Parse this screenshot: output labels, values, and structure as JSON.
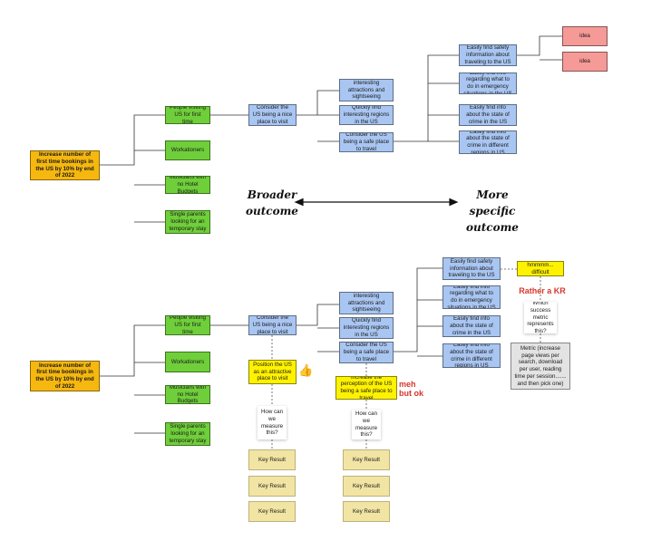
{
  "top": {
    "goal": "Increase number of first time bookings in the US by 10% by end of 2022",
    "segments": [
      "People visiting US for first time",
      "Workationers",
      "Musicians  with no Hotel Budgets",
      "Single parents looking for an temporary stay"
    ],
    "outcome": "Consider the US being a nice place to visit",
    "sub_outcomes": [
      "Easily find interesting attractions and sightseeing options",
      "Quickly find interesting regions in the US",
      "Consider the US being a safe place to travel"
    ],
    "details": [
      "Easily find safety information about traveling to the US",
      "Easily find info regarding what to do in emergency situations in the US",
      "Easily find info about the state of crime in the US",
      "Easily find info about the state of crime in different regions in US"
    ],
    "ideas": [
      "idea",
      "idea"
    ]
  },
  "scale": {
    "left_label": "Broader outcome",
    "right_label": "More specific outcome"
  },
  "bottom": {
    "goal": "Increase number of first time bookings in the US by 10% by end of 2022",
    "segments": [
      "People visiting US for first time",
      "Workationers",
      "Musicians  with no Hotel Budgets",
      "Single parents looking for an temporary stay"
    ],
    "outcome": "Consider the US being a nice place to visit",
    "sub_outcomes": [
      "Easily find interesting attractions and sightseeing options",
      "Quickly find interesting regions in the US",
      "Consider the US being a safe place to travel"
    ],
    "details": [
      "Easily find safety information about traveling to the US",
      "Easily find info regarding what to do in emergency situations in the US",
      "Easily find info about the state of crime in the US",
      "Easily find info about the state of crime in different regions in US"
    ],
    "objective_1": "Position the US as an attractive place to visit",
    "objective_2": "Increase the perception of the US being a safe place to travel",
    "objective_2_comment": "meh but ok",
    "measure_question": "How can we measure this?",
    "key_result": "Key Result",
    "difficult_note": "hmmmm... difficult",
    "rather_kr_note": "Rather a KR",
    "metric_question": "Which success metric represents this?",
    "metric": "Metric (increase page views per search, download per user, reading time per session....... and then pick one)"
  },
  "icons": {
    "thumbs_up": "thumbs-up-icon",
    "arrow": "double-arrow-icon"
  },
  "colors": {
    "goal": "#f6b80f",
    "segment": "#6fcf3a",
    "outcome": "#a9c6f2",
    "idea": "#f59a97",
    "objective": "#fff200",
    "key_result": "#f2e5a4",
    "comment": "#d9352b"
  }
}
